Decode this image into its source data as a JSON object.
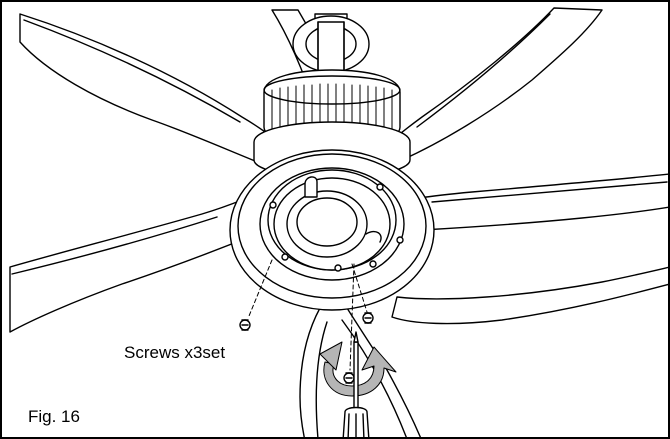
{
  "figure": {
    "caption": "Fig. 16",
    "callout": "Screws x3set"
  },
  "colors": {
    "line": "#000000",
    "background": "#ffffff",
    "arrow_fill": "#b5b5b5"
  },
  "icons": [
    "ceiling-fan-illustration",
    "screwdriver-icon",
    "rotate-arrow-icon",
    "screw-icon"
  ]
}
